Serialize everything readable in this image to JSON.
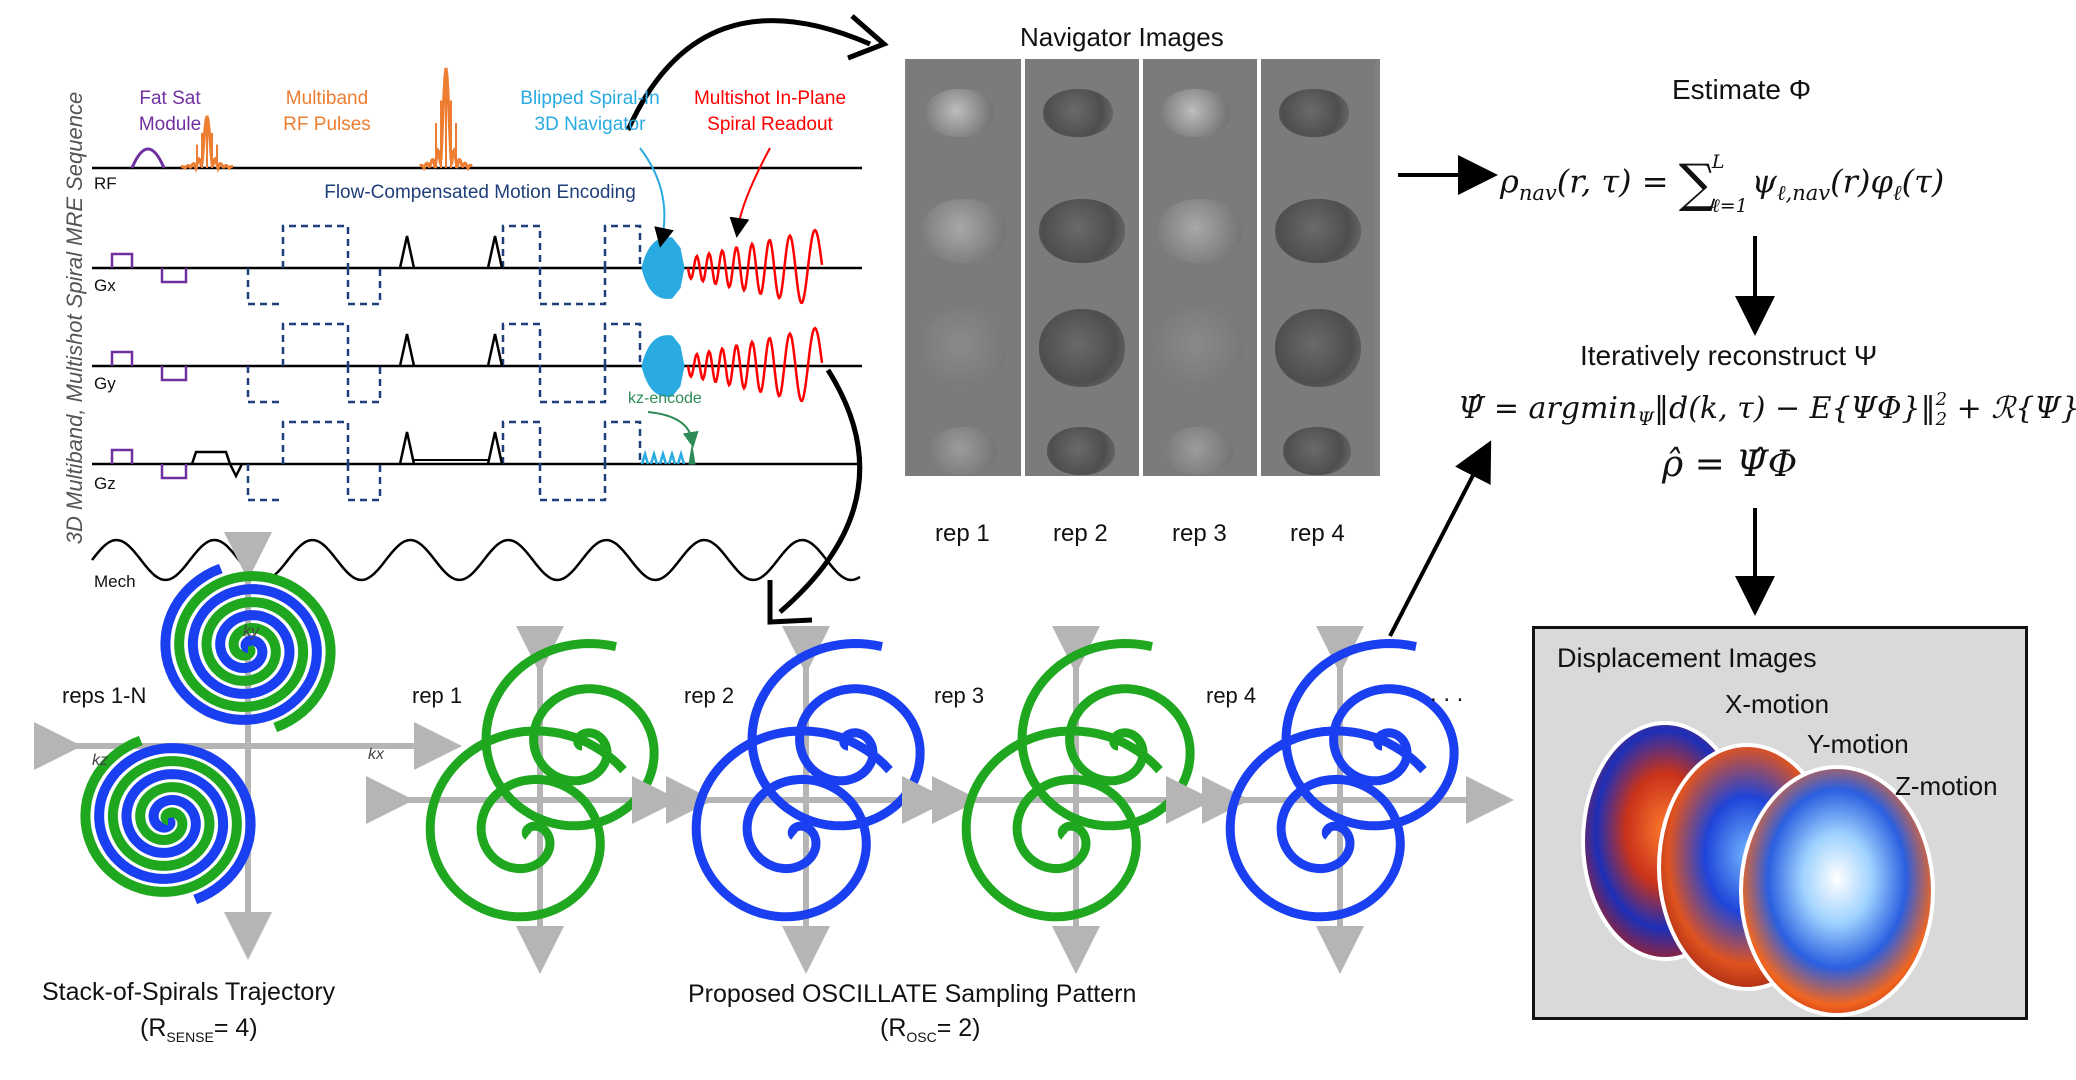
{
  "sequence": {
    "vertical_title": "3D Multiband, Multishot Spiral MRE Sequence",
    "fat_sat": "Fat Sat\nModule",
    "multiband": "Multiband\nRF Pulses",
    "blipped": "Blipped Spiral-In\n3D Navigator",
    "multishot": "Multishot In-Plane\nSpiral Readout",
    "flow_comp": "Flow-Compensated Motion Encoding",
    "kz_encode": "kz-encode",
    "channels": [
      "RF",
      "Gx",
      "Gy",
      "Gz",
      "Mech"
    ],
    "colors": {
      "fat_sat": "#7030a0",
      "multiband": "#ed7d31",
      "navigator": "#29abe2",
      "readout": "#ff0000",
      "flow": "#1f3f7a",
      "kz": "#2e8b57"
    }
  },
  "navigator": {
    "title": "Navigator Images",
    "reps": [
      "rep 1",
      "rep 2",
      "rep 3",
      "rep 4"
    ]
  },
  "estimate": {
    "title": "Estimate Φ",
    "lhs": "ρ",
    "lhs_sub": "nav",
    "lhs_args": "(r, τ) =",
    "sum": "∑",
    "sum_top": "L",
    "sum_bottom": "ℓ=1",
    "term": "ψ",
    "term_sub": "ℓ,nav",
    "term_args": "(r)φ",
    "term2_sub": "ℓ",
    "term2_args": "(τ)"
  },
  "reconstruct": {
    "title": "Iteratively reconstruct Ψ",
    "eq1": "Ψ̂ = argmin",
    "eq1_sub": "Ψ",
    "eq1_rest": "‖d(k, τ) − E{ΨΦ}‖",
    "eq1_sub2": "2",
    "eq1_sup2": "2",
    "eq1_end": " + ℛ{Ψ}",
    "eq2": "ρ̂ = Ψ̂Φ"
  },
  "displacement": {
    "title": "Displacement Images",
    "labels": [
      "X-motion",
      "Y-motion",
      "Z-motion"
    ]
  },
  "trajectory": {
    "reps_label": "reps 1-N",
    "axes": {
      "ky": "ky",
      "kx": "kx",
      "kz": "kz"
    },
    "caption": "Stack-of-Spirals Trajectory",
    "r_prefix": "(R",
    "r_sub": "SENSE",
    "r_suffix": "= 4)"
  },
  "oscillate": {
    "reps": [
      "rep 1",
      "rep 2",
      "rep 3",
      "rep 4"
    ],
    "ellipsis": ". . .",
    "caption": "Proposed OSCILLATE Sampling Pattern",
    "r_prefix": "(R",
    "r_sub": "OSC",
    "r_suffix": "= 2)"
  },
  "spiral_colors": {
    "green": "#1fa81f",
    "blue": "#1a3ff0"
  }
}
